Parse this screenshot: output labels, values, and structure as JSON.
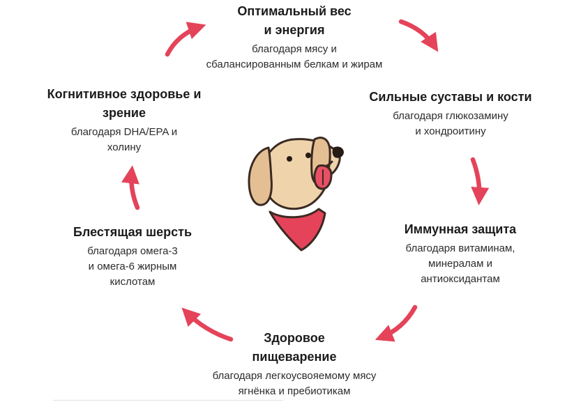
{
  "diagram": {
    "name": "dog-food-benefits-cycle",
    "arrow_color": "#e4435a",
    "title_color": "#1b1b1b",
    "subtitle_color": "#2c2c2c",
    "dog": {
      "coat": "#efd3ab",
      "ears": "#e4bf93",
      "outline": "#3b2a22",
      "tongue": "#e85066",
      "bandana": "#e4435a",
      "features": "#271b15"
    },
    "items": [
      {
        "id": "optimal-weight",
        "title": "Оптимальный вес\nи энергия",
        "subtitle": "благодаря мясу и\nсбалансированным белкам и жирам"
      },
      {
        "id": "strong-joints",
        "title": "Сильные суставы и кости",
        "subtitle": "благодаря глюкозамину\nи хондроитину"
      },
      {
        "id": "immune-defense",
        "title": "Иммунная защита",
        "subtitle": "благодаря витаминам,\nминералам и\nантиоксидантам"
      },
      {
        "id": "healthy-digestion",
        "title": "Здоровое\nпищеварение",
        "subtitle": "благодаря легкоусвояемому мясу\nягнёнка и пребиотикам"
      },
      {
        "id": "shiny-coat",
        "title": "Блестящая шерсть",
        "subtitle": "благодаря омега-3\nи омега-6 жирным\nкислотам"
      },
      {
        "id": "cognitive-health",
        "title": "Когнитивное здоровье и\nзрение",
        "subtitle": "благодаря DHA/EPA и\nхолину"
      }
    ]
  }
}
